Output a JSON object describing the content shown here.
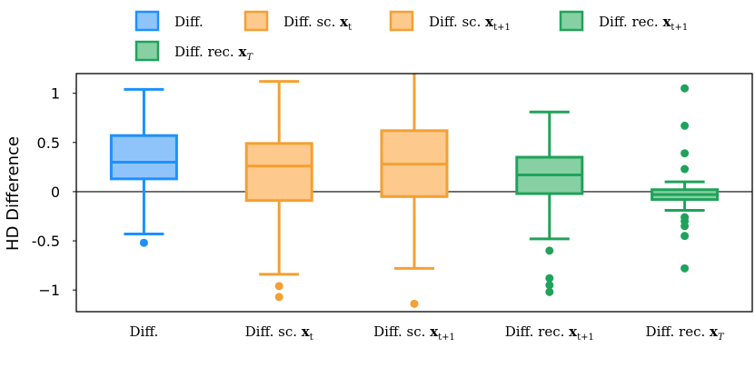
{
  "chart_data": {
    "type": "box",
    "title": "",
    "xlabel": "",
    "ylabel": "HD Difference",
    "ylim": [
      -1.22,
      1.2
    ],
    "yticks": [
      1,
      0.5,
      0,
      -0.5,
      -1
    ],
    "ytick_labels": [
      "1",
      "0.5",
      "0",
      "-0.5",
      "−1"
    ],
    "grid": false,
    "zero_line": true,
    "legend_position": "top",
    "categories": [
      {
        "base": "Diff.",
        "sub": ""
      },
      {
        "base": "Diff. sc. ",
        "sub": "t"
      },
      {
        "base": "Diff. sc. ",
        "sub": "t+1"
      },
      {
        "base": "Diff. rec. ",
        "sub": "t+1"
      },
      {
        "base": "Diff. rec. ",
        "sub": "T"
      }
    ],
    "series": [
      {
        "whisker_low": -0.43,
        "q1": 0.13,
        "median": 0.3,
        "q3": 0.57,
        "whisker_high": 1.04,
        "outliers": [
          -0.52
        ],
        "color": "#1e90ff",
        "fill": "#8fc4fb"
      },
      {
        "whisker_low": -0.84,
        "q1": -0.09,
        "median": 0.26,
        "q3": 0.49,
        "whisker_high": 1.12,
        "outliers": [
          -0.96,
          -1.07
        ],
        "color": "#f5a030",
        "fill": "#fdc98d"
      },
      {
        "whisker_low": -0.78,
        "q1": -0.05,
        "median": 0.28,
        "q3": 0.62,
        "whisker_high": 1.2,
        "outliers": [
          -1.14
        ],
        "color": "#f5a030",
        "fill": "#fdc98d"
      },
      {
        "whisker_low": -0.48,
        "q1": -0.02,
        "median": 0.17,
        "q3": 0.35,
        "whisker_high": 0.81,
        "outliers": [
          -0.6,
          -0.88,
          -0.95,
          -1.02
        ],
        "color": "#1fa35a",
        "fill": "#87d0a4"
      },
      {
        "whisker_low": -0.19,
        "q1": -0.08,
        "median": -0.03,
        "q3": 0.02,
        "whisker_high": 0.1,
        "outliers": [
          1.05,
          0.67,
          0.39,
          0.23,
          -0.26,
          -0.3,
          -0.35,
          -0.45,
          -0.78
        ],
        "color": "#1fa35a",
        "fill": "#87d0a4"
      }
    ],
    "legend": [
      {
        "base": "Diff.",
        "sub": "",
        "color": "#1e90ff",
        "fill": "#8fc4fb"
      },
      {
        "base": "Diff. sc. ",
        "sub": "t",
        "color": "#f5a030",
        "fill": "#fdc98d"
      },
      {
        "base": "Diff. sc. ",
        "sub": "t+1",
        "color": "#f5a030",
        "fill": "#fdc98d"
      },
      {
        "base": "Diff. rec. ",
        "sub": "t+1",
        "color": "#1fa35a",
        "fill": "#87d0a4"
      },
      {
        "base": "Diff. rec. ",
        "sub": "T",
        "color": "#1fa35a",
        "fill": "#87d0a4"
      }
    ],
    "bold_symbol": "x"
  }
}
